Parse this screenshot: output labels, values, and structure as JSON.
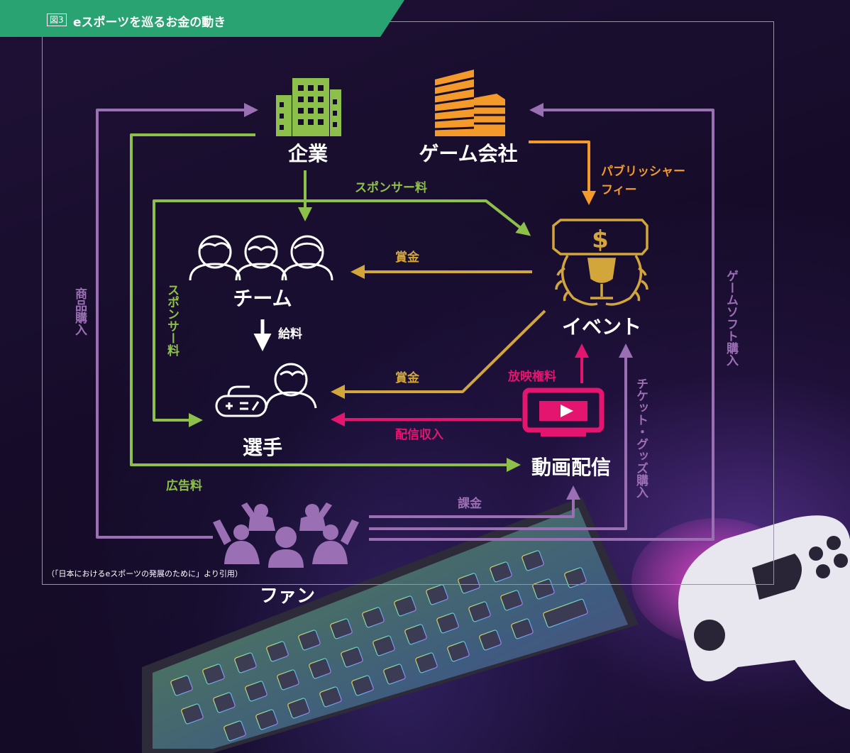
{
  "figure": {
    "badge": "図3",
    "title": "eスポーツを巡るお金の動き",
    "source": "（「日本におけるeスポーツの発展のために」より引用）"
  },
  "nodes": {
    "company": "企業",
    "game_company": "ゲーム会社",
    "team": "チーム",
    "event": "イベント",
    "player": "選手",
    "streaming": "動画配信",
    "fans": "ファン"
  },
  "flows": {
    "sponsor_fee_top": "スポンサー料",
    "sponsor_fee_side": "スポンサー料",
    "publisher_fee": [
      "パブリッシャー",
      "フィー"
    ],
    "prize_team": "賞金",
    "prize_player": "賞金",
    "salary": "給料",
    "screening_fee": "放映権料",
    "streaming_income": "配信収入",
    "ad_fee": "広告料",
    "charge": "課金",
    "merch_purchase": "商品購入",
    "game_soft_purchase": "ゲームソフト購入",
    "ticket_goods_purchase": "チケット・グッズ購入"
  },
  "colors": {
    "green": "#8dc04a",
    "orange": "#f39a2b",
    "gold": "#d2a63a",
    "magenta": "#e4156f",
    "purple": "#9b6fb3",
    "white": "#ffffff",
    "title_band": "#2aa372"
  },
  "icons": {
    "company": "office-building-icon",
    "game_company": "stacked-buildings-icon",
    "team": "headset-players-icon",
    "event": "trophy-money-icon",
    "player": "gamepad-player-icon",
    "streaming": "monitor-play-icon",
    "fans": "cheering-crowd-icon"
  }
}
